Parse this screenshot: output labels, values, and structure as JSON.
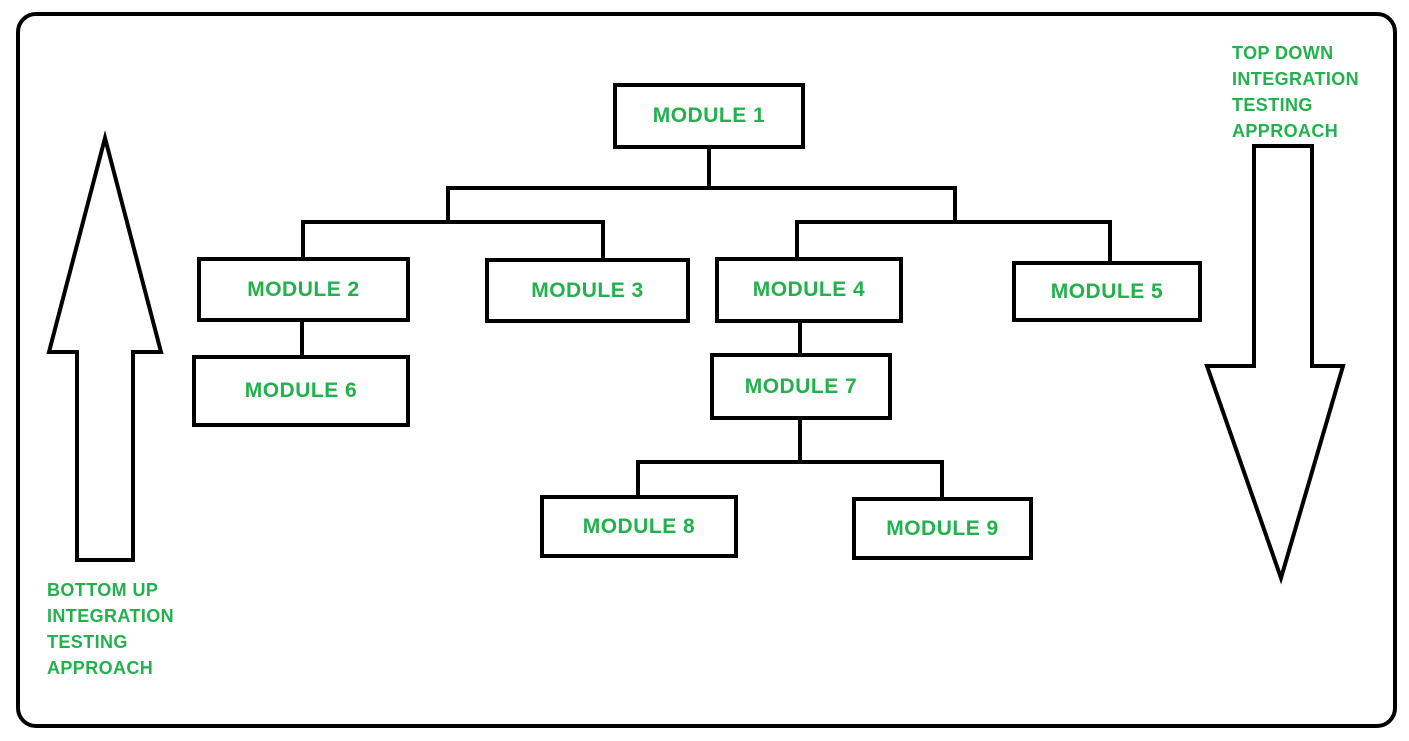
{
  "colors": {
    "text_green": "#22b14c",
    "line_black": "#000000",
    "background": "#ffffff"
  },
  "diagram": {
    "modules": [
      {
        "id": "module-1",
        "label": "MODULE 1"
      },
      {
        "id": "module-2",
        "label": "MODULE 2"
      },
      {
        "id": "module-3",
        "label": "MODULE 3"
      },
      {
        "id": "module-4",
        "label": "MODULE 4"
      },
      {
        "id": "module-5",
        "label": "MODULE 5"
      },
      {
        "id": "module-6",
        "label": "MODULE 6"
      },
      {
        "id": "module-7",
        "label": "MODULE 7"
      },
      {
        "id": "module-8",
        "label": "MODULE 8"
      },
      {
        "id": "module-9",
        "label": "MODULE 9"
      }
    ],
    "edges": [
      [
        "MODULE 1",
        "MODULE 2"
      ],
      [
        "MODULE 1",
        "MODULE 3"
      ],
      [
        "MODULE 1",
        "MODULE 4"
      ],
      [
        "MODULE 1",
        "MODULE 5"
      ],
      [
        "MODULE 2",
        "MODULE 6"
      ],
      [
        "MODULE 4",
        "MODULE 7"
      ],
      [
        "MODULE 7",
        "MODULE 8"
      ],
      [
        "MODULE 7",
        "MODULE 9"
      ]
    ],
    "left_annotation": {
      "arrow_direction": "up",
      "lines": [
        "BOTTOM UP",
        "INTEGRATION",
        "TESTING",
        "APPROACH"
      ]
    },
    "right_annotation": {
      "arrow_direction": "down",
      "lines": [
        "TOP DOWN",
        "INTEGRATION",
        "TESTING",
        "APPROACH"
      ]
    }
  }
}
